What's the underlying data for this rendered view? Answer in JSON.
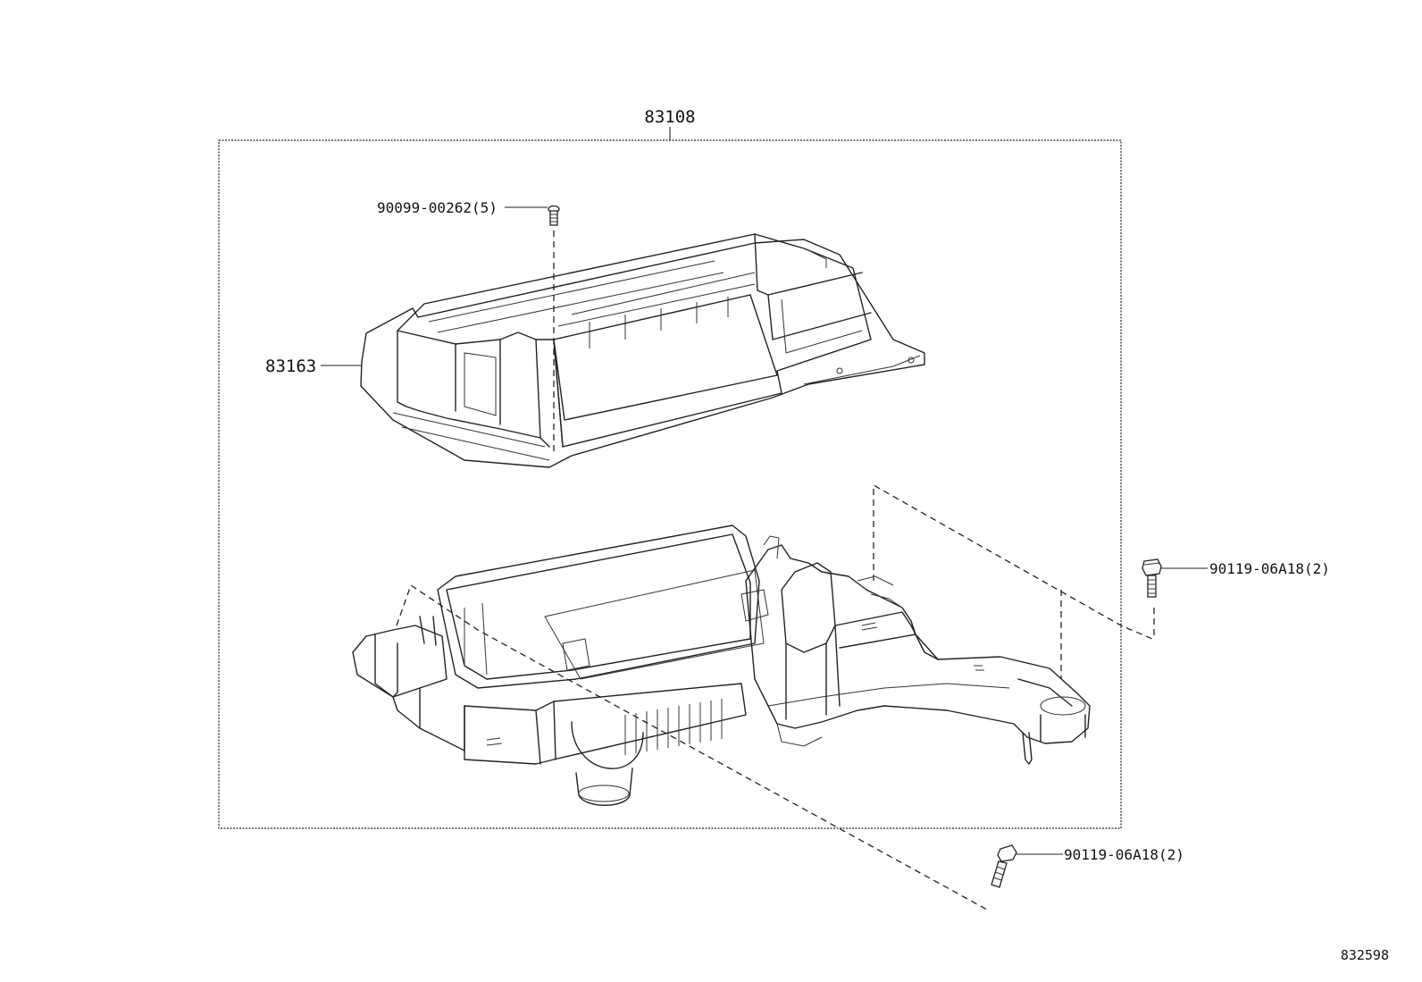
{
  "assembly": {
    "part_number": "83108"
  },
  "parts": {
    "upper_cover": "83163",
    "cover_screw": "90099-00262(5)",
    "bolt_right": "90119-06A18(2)",
    "bolt_bottom": "90119-06A18(2)"
  },
  "diagram_id": "832598"
}
